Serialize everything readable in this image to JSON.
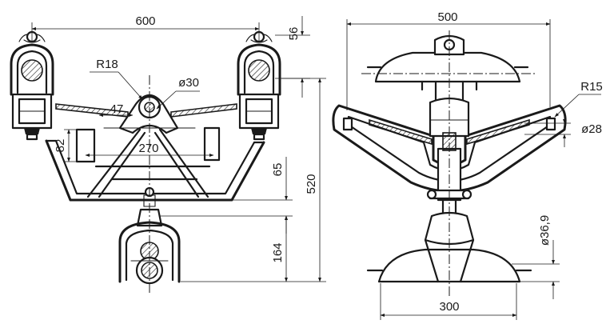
{
  "front_view": {
    "dim_width": "600",
    "dim_top": "56",
    "dim_radius": "R18",
    "dim_pin_diameter": "ø30",
    "dim_plate": "47",
    "dim_side_height": "82",
    "dim_inner_width": "270",
    "dim_drop": "65",
    "dim_total_height": "520",
    "dim_bottom": "164"
  },
  "side_view": {
    "dim_width": "500",
    "dim_radius": "R15",
    "dim_diameter_small": "ø28",
    "dim_diameter_large": "ø36,9",
    "dim_base_width": "300"
  }
}
